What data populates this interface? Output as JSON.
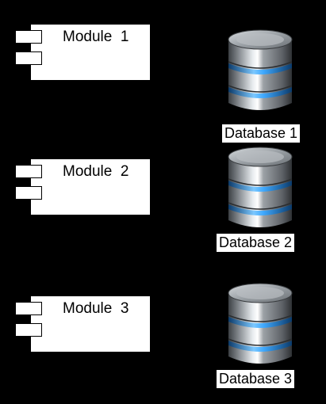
{
  "modules": [
    {
      "label": "Module  1"
    },
    {
      "label": "Module  2"
    },
    {
      "label": "Module  3"
    }
  ],
  "databases": [
    {
      "label": "Database 1",
      "icon": "database-icon"
    },
    {
      "label": "Database 2",
      "icon": "database-icon"
    },
    {
      "label": "Database 3",
      "icon": "database-icon"
    }
  ],
  "colors": {
    "background": "#000000",
    "module_fill": "#ffffff",
    "db_metal": "#8e9398",
    "db_glow": "#3fa9ff"
  }
}
